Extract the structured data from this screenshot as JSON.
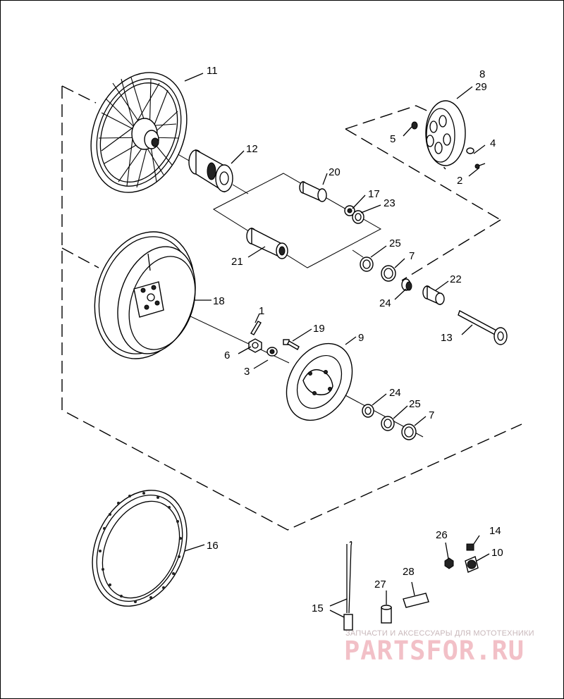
{
  "callouts": {
    "c1": "1",
    "c2": "2",
    "c3": "3",
    "c4": "4",
    "c5": "5",
    "c6": "6",
    "c7a": "7",
    "c7b": "7",
    "c8": "8",
    "c9": "9",
    "c10": "10",
    "c11": "11",
    "c12": "12",
    "c13": "13",
    "c14": "14",
    "c15": "15",
    "c16": "16",
    "c17": "17",
    "c18": "18",
    "c19": "19",
    "c20": "20",
    "c21": "21",
    "c22": "22",
    "c23": "23",
    "c24a": "24",
    "c24b": "24",
    "c25a": "25",
    "c25b": "25",
    "c26": "26",
    "c27": "27",
    "c28": "28",
    "c29": "29"
  },
  "watermark": {
    "tagline": "ЗАПЧАСТИ И АКСЕССУАРЫ ДЛЯ МОТОТЕХНИКИ",
    "logo": "PARTSFOR.RU"
  }
}
